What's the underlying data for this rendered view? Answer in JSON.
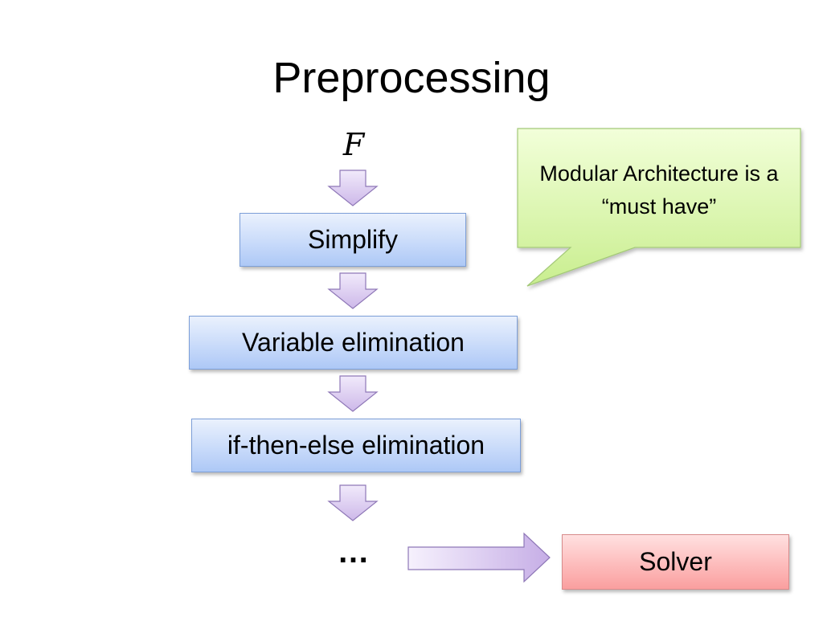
{
  "slide": {
    "title": "Preprocessing",
    "input_symbol": "F",
    "steps": [
      {
        "label": "Simplify"
      },
      {
        "label": "Variable elimination"
      },
      {
        "label": "if-then-else elimination"
      }
    ],
    "continuation": "…",
    "target": {
      "label": "Solver"
    },
    "callout": {
      "text": "Modular Architecture is a “must have”"
    }
  },
  "colors": {
    "step_fill": "#c9dbfa",
    "step_border": "#7d9fd8",
    "solver_fill": "#fdbcbc",
    "solver_border": "#d88b8b",
    "arrow_fill": "#d9c8ee",
    "arrow_border": "#8e77b7",
    "callout_fill": "#d9f5a8",
    "callout_border": "#a3c878"
  }
}
